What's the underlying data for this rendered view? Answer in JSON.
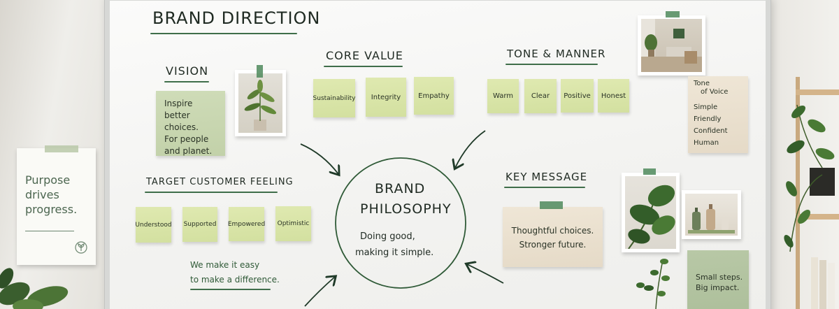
{
  "board": {
    "title": "Brand Direction",
    "vision": {
      "heading": "Vision",
      "note_lines": [
        "Inspire",
        "better choices.",
        "For people",
        "and planet."
      ]
    },
    "core_value": {
      "heading": "Core Value",
      "notes": [
        "Sustainability",
        "Integrity",
        "Empathy"
      ]
    },
    "tone_manner": {
      "heading": "Tone & Manner",
      "notes": [
        "Warm",
        "Clear",
        "Positive",
        "Honest"
      ]
    },
    "tone_of_voice": {
      "title_lines": [
        "Tone",
        "of Voice"
      ],
      "items": [
        "Simple",
        "Friendly",
        "Confident",
        "Human"
      ]
    },
    "target_customer_feeling": {
      "heading": "Target Customer Feeling",
      "notes": [
        "Understood",
        "Supported",
        "Empowered",
        "Optimistic"
      ]
    },
    "brand_philosophy": {
      "title_lines": [
        "Brand",
        "Philosophy"
      ],
      "body_lines": [
        "Doing good,",
        "making it simple."
      ]
    },
    "key_message": {
      "heading": "Key Message",
      "note_lines": [
        "Thoughtful choices.",
        "Stronger future."
      ]
    },
    "easy_note_lines": [
      "We make it easy",
      "to make a difference."
    ],
    "small_steps_lines": [
      "Small steps.",
      "Big impact."
    ]
  },
  "poster": {
    "lines": [
      "Purpose",
      "drives",
      "progress."
    ],
    "icon": "leaf-icon"
  },
  "colors": {
    "ink": "#1f2a22",
    "green_line": "#3f6e4a",
    "lime_note": "#d8e4a6",
    "sage_note": "#c6d4ad",
    "beige_note": "#e9dfcd",
    "tape": "#4f8a5c"
  }
}
